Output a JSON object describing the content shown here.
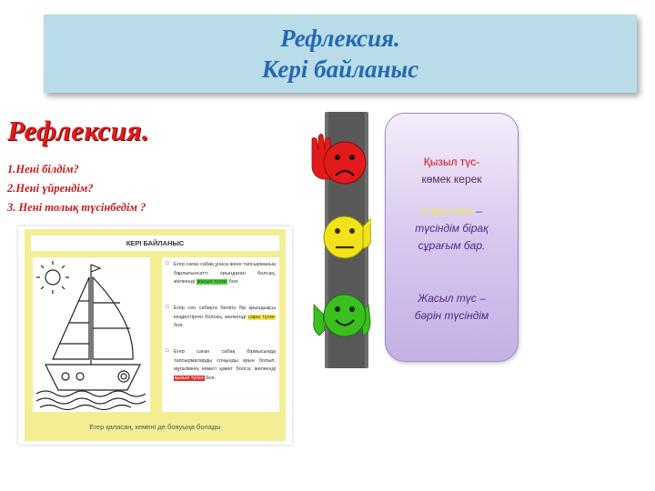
{
  "title": {
    "line1": "Рефлексия.",
    "line2": "Кері байланыс"
  },
  "reflection": {
    "heading": "Рефлексия.",
    "questions": [
      "1.Нені білдім?",
      "2.Нені үйрендім?",
      "3. Нені толық түсінбедім ?"
    ]
  },
  "worksheet": {
    "header": "КЕРІ БАЙЛАНЫС",
    "items": [
      {
        "bullet": "□",
        "text": "Егер саған сабақ ұнаса және тапсырманың барлығынсатті орындаған болсаң, желкенді",
        "highlight": "жасыл түске",
        "end": "боя."
      },
      {
        "bullet": "□",
        "text": "Егер сен сабақта бөлігін бір қиындықсы кездестірген болсаң, желкенді",
        "highlight": "сары түске",
        "end": "боя."
      },
      {
        "bullet": "□",
        "text": "Егер саған сабақ бірмысында тапсырмаларды соңынды қиын болып, мұғалімнің көмегі қажет болса, желкенді",
        "highlight": "қызыл түске",
        "end": "боя."
      }
    ],
    "footer": "Егер қаласаң, кемені де бояуыңа болады"
  },
  "traffic_light": {
    "icon": "traffic-light-smileys-icon",
    "colors": {
      "red": "#e11b1b",
      "yellow": "#f1e21b",
      "green": "#3bbf1f",
      "pole": "#6e6e6e"
    }
  },
  "legend": {
    "red_line1": "Қызыл түс-",
    "red_line2": "көмек керек",
    "yellow_name": "Сары түс",
    "yellow_dash": " –",
    "yellow_line2": "түсіндім бірақ",
    "yellow_line3": "сұрағым бар.",
    "green_line1": "Жасыл түс –",
    "green_line2": "бәрін түсіндім"
  }
}
